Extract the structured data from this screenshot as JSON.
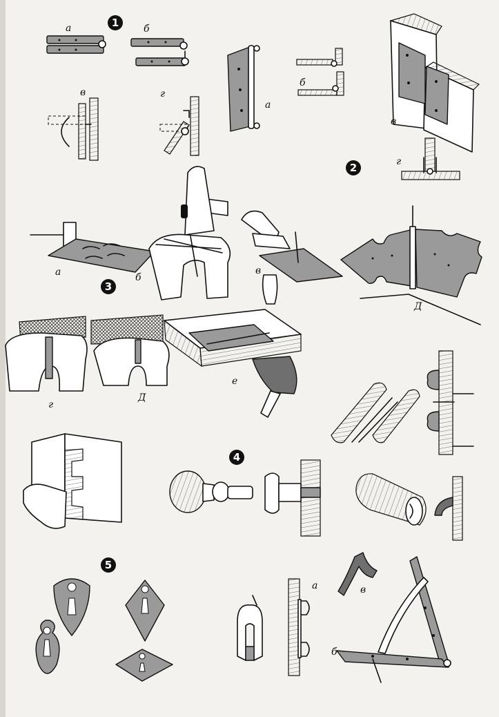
{
  "figure_numbers": [
    "1",
    "2",
    "3",
    "4",
    "5"
  ],
  "labels": {
    "f1_a": "а",
    "f1_b": "б",
    "f1_v": "в",
    "f1_g": "г",
    "f2_a": "а",
    "f2_b": "б",
    "f2_v": "в",
    "f2_g": "г",
    "f3_a": "а",
    "f3_b": "б",
    "f3_v": "в",
    "f3_g": "г",
    "f3_d1": "Д",
    "f3_d2": "Д",
    "f3_e": "е",
    "f5_a": "а",
    "f5_b": "б",
    "f5_v": "в"
  },
  "colors": {
    "ink": "#111111",
    "paper": "#f4f2ee",
    "metal": "#9a9a9a"
  }
}
